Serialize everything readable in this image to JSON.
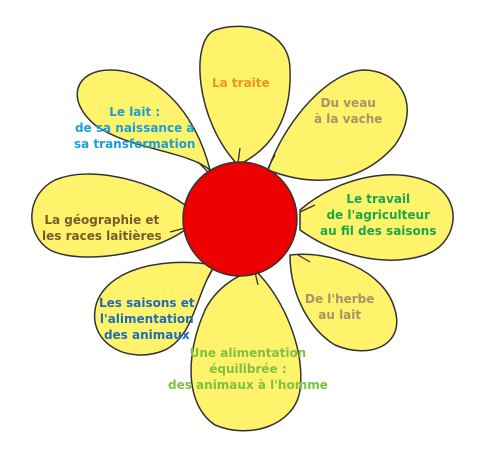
{
  "center": {
    "color": "#ee0000"
  },
  "petal_fill": "#fff36b",
  "petals": [
    {
      "id": "traite",
      "lines": [
        "La traite"
      ],
      "color": "#f0921e"
    },
    {
      "id": "veau",
      "lines": [
        "Du veau",
        "à la vache"
      ],
      "color": "#a89366"
    },
    {
      "id": "travail",
      "lines": [
        "Le travail",
        "de l'agriculteur",
        "au fil des saisons"
      ],
      "color": "#1aa84a"
    },
    {
      "id": "herbe",
      "lines": [
        "De l'herbe",
        "au lait"
      ],
      "color": "#a89366"
    },
    {
      "id": "alimentation-equilibree",
      "lines": [
        "Une alimentation",
        "équilibrée :",
        "des animaux à l'homme"
      ],
      "color": "#7ec242"
    },
    {
      "id": "saisons",
      "lines": [
        "Les saisons et",
        "l'alimentation",
        "des animaux"
      ],
      "color": "#1f6cb8"
    },
    {
      "id": "geographie",
      "lines": [
        "La géographie et",
        "les races laitières"
      ],
      "color": "#7a5a2a"
    },
    {
      "id": "lait",
      "lines": [
        "Le lait :",
        "de sa naissance à",
        "sa transformation"
      ],
      "color": "#1aa0d8"
    }
  ]
}
